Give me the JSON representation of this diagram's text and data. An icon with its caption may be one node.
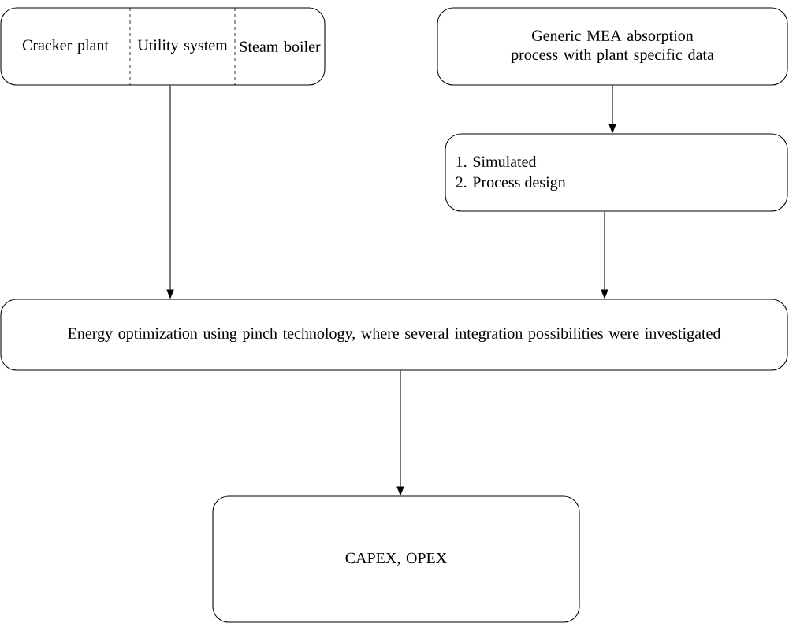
{
  "diagram": {
    "nodes": [
      {
        "text": [
          "Cracker plant",
          "Utility system",
          "Steam boiler"
        ]
      },
      {
        "text": [
          "Generic MEA absorption process with plant specific data"
        ]
      },
      {
        "text": [
          "1. Simulated",
          "2. Process design"
        ]
      },
      {
        "text": [
          "Energy optimization using pinch technology, where several integration possibilities were investigated"
        ]
      },
      {
        "text": [
          "CAPEX, OPEX"
        ]
      }
    ],
    "edges": [
      {
        "from": 0,
        "to": 3,
        "arrow": "to"
      },
      {
        "from": 1,
        "to": 2,
        "arrow": "to"
      },
      {
        "from": 2,
        "to": 3,
        "arrow": "to"
      },
      {
        "from": 3,
        "to": 4,
        "arrow": "to"
      }
    ]
  }
}
